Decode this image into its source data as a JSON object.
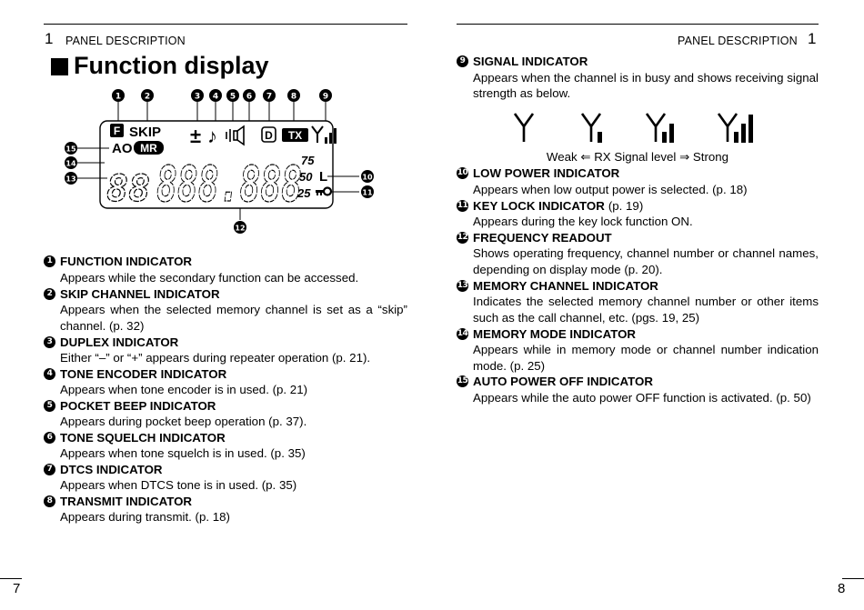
{
  "header": {
    "left_section_number": "1",
    "left_section_title": "PANEL DESCRIPTION",
    "right_section_title": "PANEL DESCRIPTION",
    "right_section_number": "1",
    "heading": "Function display"
  },
  "display": {
    "callouts": [
      "1",
      "2",
      "3",
      "4",
      "5",
      "6",
      "7",
      "8",
      "9",
      "10",
      "11",
      "12",
      "13",
      "14",
      "15"
    ],
    "seg_f": "F",
    "seg_skip": "SKIP",
    "seg_duplex": "±",
    "seg_beep": "♪",
    "seg_dtcs": "D",
    "seg_tx": "TX",
    "seg_ao": "AO",
    "seg_mr": "MR",
    "seg_memch": "88",
    "seg_freq": "888.888",
    "seg_75": "75",
    "seg_50": "50",
    "seg_25": "25",
    "seg_low": "L"
  },
  "left_items": [
    {
      "num": "1",
      "title": "FUNCTION INDICATOR",
      "desc": "Appears while the secondary function can be accessed."
    },
    {
      "num": "2",
      "title": "SKIP CHANNEL INDICATOR",
      "desc": "Appears when the selected memory channel is set as a “skip” channel. (p. 32)"
    },
    {
      "num": "3",
      "title": "DUPLEX INDICATOR",
      "desc": "Either “–” or “+” appears during repeater operation (p. 21)."
    },
    {
      "num": "4",
      "title": "TONE ENCODER INDICATOR",
      "desc": "Appears when tone encoder is in used. (p. 21)"
    },
    {
      "num": "5",
      "title": "POCKET BEEP INDICATOR",
      "desc": "Appears during pocket beep operation (p. 37)."
    },
    {
      "num": "6",
      "title": "TONE SQUELCH INDICATOR",
      "desc": "Appears when tone squelch is in used. (p. 35)"
    },
    {
      "num": "7",
      "title": "DTCS INDICATOR",
      "desc": "Appears when DTCS tone is in used. (p. 35)"
    },
    {
      "num": "8",
      "title": "TRANSMIT INDICATOR",
      "desc": "Appears during transmit. (p. 18)"
    }
  ],
  "right_items": [
    {
      "num": "9",
      "title": "SIGNAL INDICATOR",
      "title_suffix": "",
      "desc": "Appears when the channel is in busy and shows receiving signal strength as below."
    },
    {
      "num": "10",
      "title": "LOW POWER INDICATOR",
      "title_suffix": "",
      "desc": "Appears when low output power is selected. (p. 18)"
    },
    {
      "num": "11",
      "title": "KEY LOCK INDICATOR",
      "title_suffix": "(p. 19)",
      "desc": "Appears during the key lock function ON."
    },
    {
      "num": "12",
      "title": "FREQUENCY READOUT",
      "title_suffix": "",
      "desc": "Shows operating frequency, channel number or channel names, depending on display mode (p. 20)."
    },
    {
      "num": "13",
      "title": "MEMORY CHANNEL INDICATOR",
      "title_suffix": "",
      "desc": "Indicates the selected memory channel number or other items such as the call channel, etc. (pgs. 19, 25)"
    },
    {
      "num": "14",
      "title": "MEMORY MODE INDICATOR",
      "title_suffix": "",
      "desc": "Appears while in memory mode or channel number indication mode. (p. 25)"
    },
    {
      "num": "15",
      "title": "AUTO POWER OFF INDICATOR",
      "title_suffix": "",
      "desc": "Appears while the auto power OFF function is activated. (p. 50)"
    }
  ],
  "signal": {
    "levels": [
      0,
      1,
      2,
      3
    ],
    "caption": "Weak ⇐ RX Signal level ⇒ Strong"
  },
  "footer": {
    "left_page": "7",
    "right_page": "8"
  }
}
